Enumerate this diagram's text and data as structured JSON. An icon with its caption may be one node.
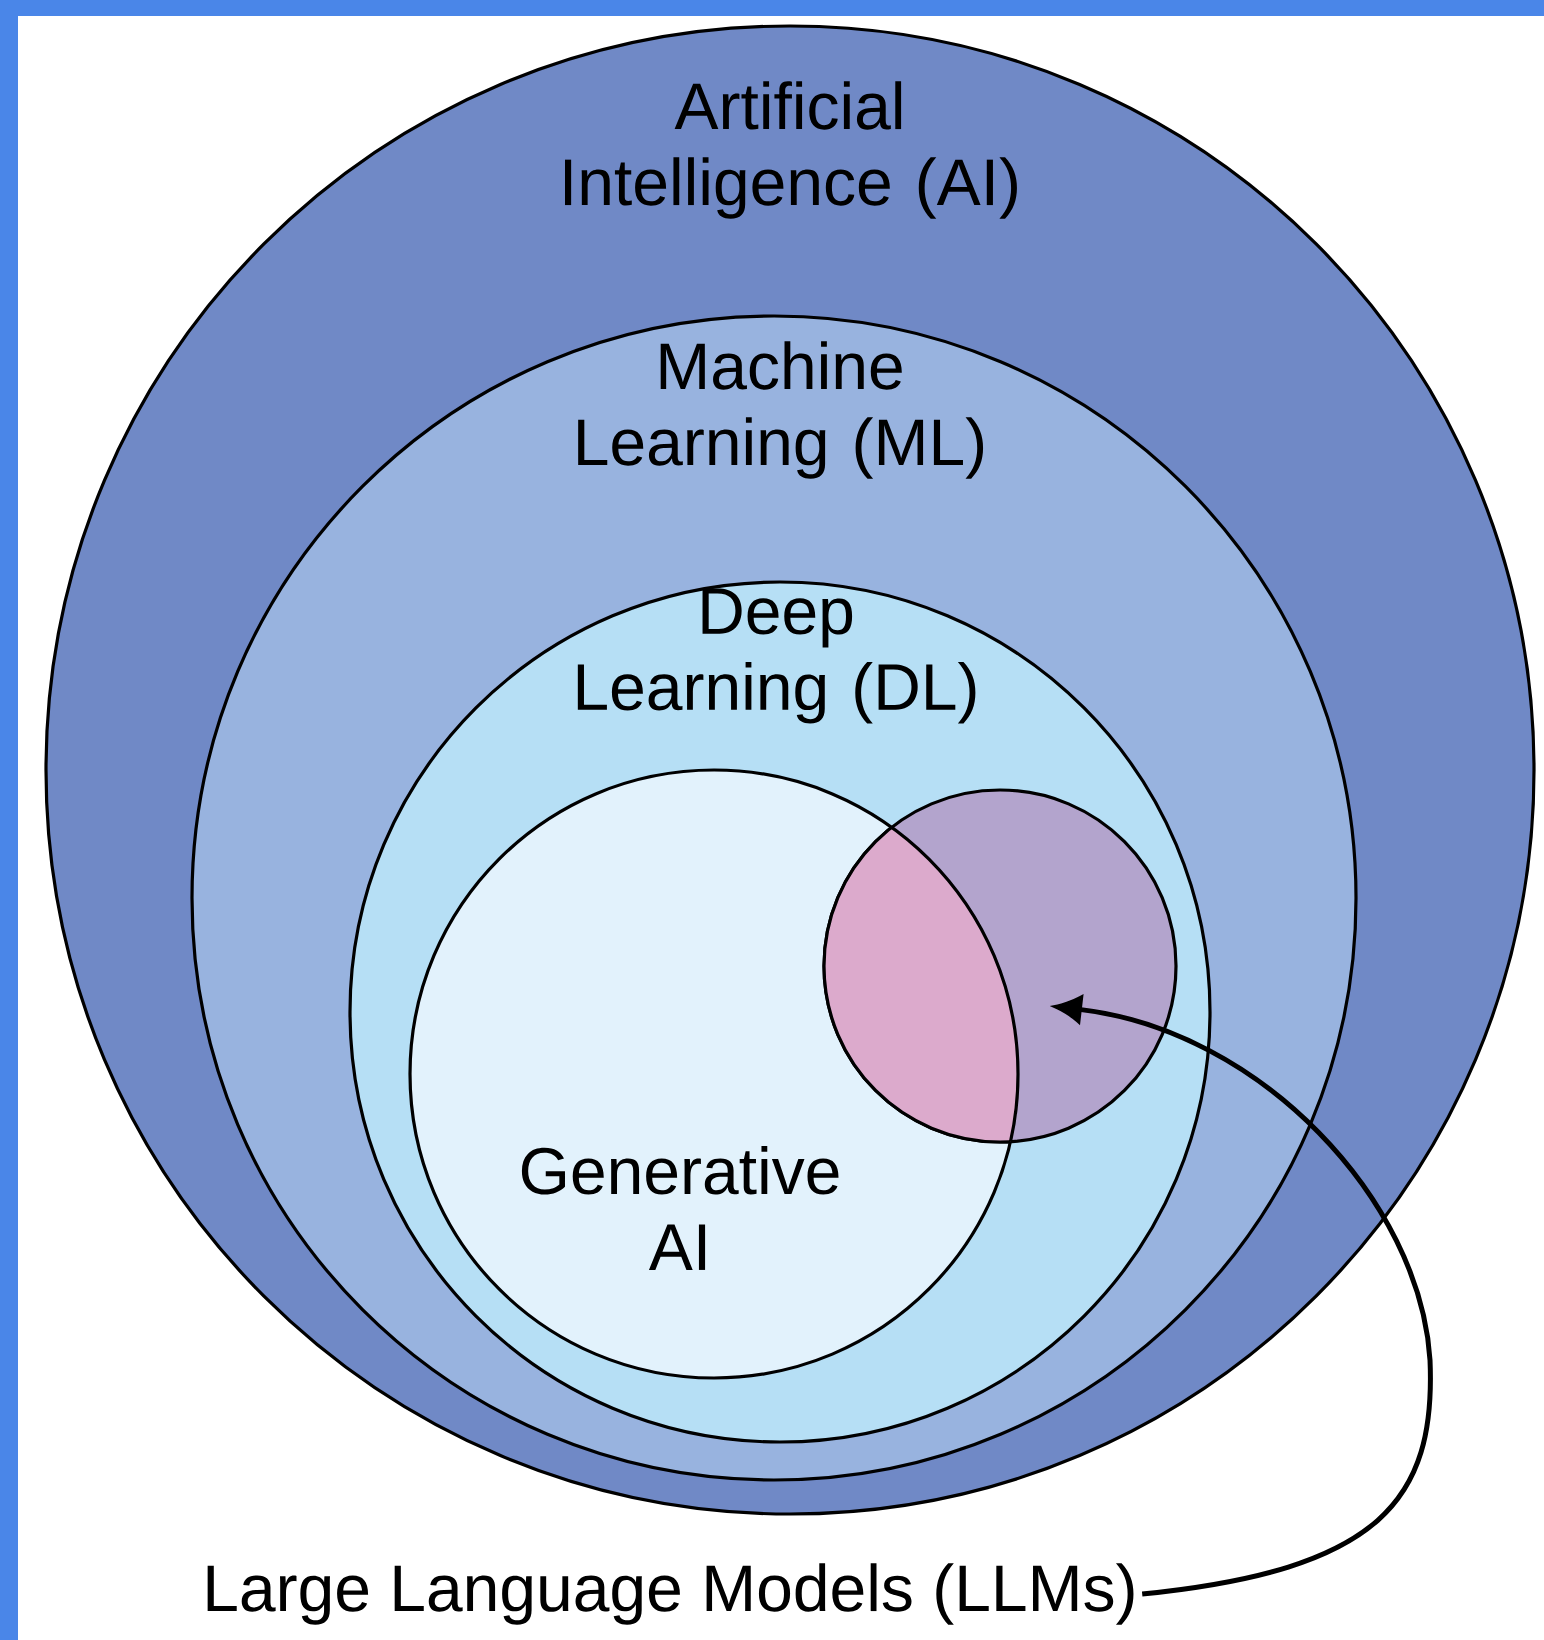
{
  "diagram": {
    "nodes": [
      {
        "text": [
          "Artificial Intelligence (AI)"
        ]
      },
      {
        "text": [
          "Machine Learning (ML)"
        ],
        "in": 0
      },
      {
        "text": [
          "Deep Learning (DL)"
        ],
        "in": 1
      },
      {
        "text": [
          "Generative AI"
        ],
        "in": 2
      },
      {
        "text": [],
        "shape": "circle",
        "in": 2
      },
      {
        "text": [
          "Large Language Models (LLMs)"
        ]
      }
    ],
    "edges": [
      {
        "from": 5,
        "to": 4,
        "arrow": "to"
      }
    ]
  }
}
